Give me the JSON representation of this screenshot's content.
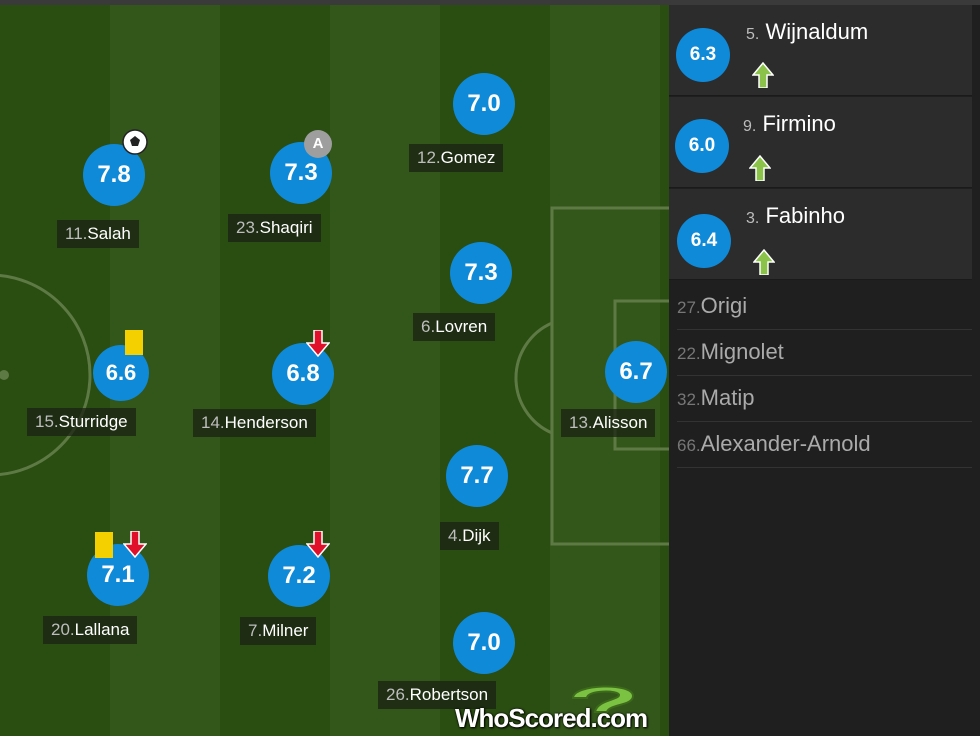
{
  "colors": {
    "rating_bubble": "#0f8ad8",
    "pitch_dark": "#2a4d12",
    "pitch_light": "#33571a",
    "yellow_card": "#f5d000",
    "sub_off_arrow": "#e0102a",
    "sub_on_arrow": "#8bc34a",
    "panel_bg": "#1f1f1f"
  },
  "players": [
    {
      "rating": "7.8",
      "number": "11.",
      "name": "Salah",
      "icons": [
        "goal-icon"
      ]
    },
    {
      "rating": "7.3",
      "number": "23.",
      "name": "Shaqiri",
      "icons": [
        "assist-icon"
      ]
    },
    {
      "rating": "7.0",
      "number": "12.",
      "name": "Gomez",
      "icons": []
    },
    {
      "rating": "7.3",
      "number": "6.",
      "name": "Lovren",
      "icons": []
    },
    {
      "rating": "6.6",
      "number": "15.",
      "name": "Sturridge",
      "icons": [
        "yellow-card-icon"
      ]
    },
    {
      "rating": "6.8",
      "number": "14.",
      "name": "Henderson",
      "icons": [
        "sub-off-arrow-icon"
      ]
    },
    {
      "rating": "6.7",
      "number": "13.",
      "name": "Alisson",
      "icons": []
    },
    {
      "rating": "7.7",
      "number": "4.",
      "name": "Dijk",
      "icons": []
    },
    {
      "rating": "7.1",
      "number": "20.",
      "name": "Lallana",
      "icons": [
        "yellow-card-icon",
        "sub-off-arrow-icon"
      ]
    },
    {
      "rating": "7.2",
      "number": "7.",
      "name": "Milner",
      "icons": [
        "sub-off-arrow-icon"
      ]
    },
    {
      "rating": "7.0",
      "number": "26.",
      "name": "Robertson",
      "icons": []
    }
  ],
  "substitutes": [
    {
      "rating": "6.3",
      "number": "5.",
      "name": "Wijnaldum",
      "icon": "sub-on-arrow-icon"
    },
    {
      "rating": "6.0",
      "number": "9.",
      "name": "Firmino",
      "icon": "sub-on-arrow-icon"
    },
    {
      "rating": "6.4",
      "number": "3.",
      "name": "Fabinho",
      "icon": "sub-on-arrow-icon"
    }
  ],
  "bench": [
    {
      "number": "27.",
      "name": "Origi"
    },
    {
      "number": "22.",
      "name": "Mignolet"
    },
    {
      "number": "32.",
      "name": "Matip"
    },
    {
      "number": "66.",
      "name": "Alexander-Arnold"
    }
  ],
  "branding": {
    "logo_text": "WhoScored.com",
    "assist_badge": "A"
  }
}
